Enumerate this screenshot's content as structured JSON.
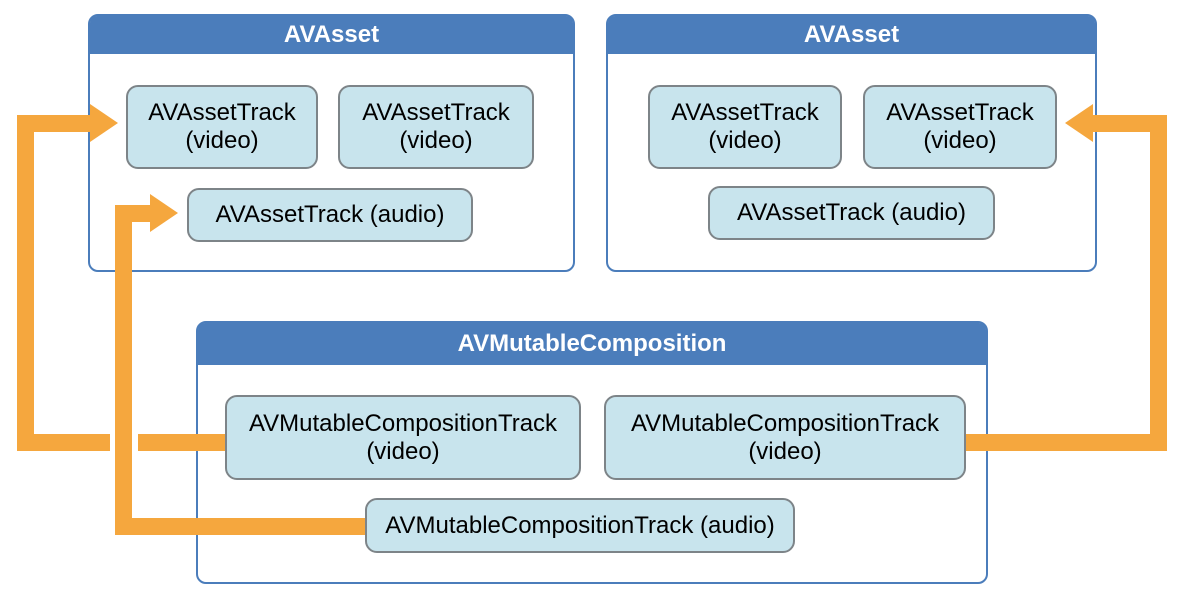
{
  "diagram": {
    "assets": {
      "left": {
        "title": "AVAsset",
        "video1_line1": "AVAssetTrack",
        "video1_line2": "(video)",
        "video2_line1": "AVAssetTrack",
        "video2_line2": "(video)",
        "audio_label": "AVAssetTrack (audio)"
      },
      "right": {
        "title": "AVAsset",
        "video1_line1": "AVAssetTrack",
        "video1_line2": "(video)",
        "video2_line1": "AVAssetTrack",
        "video2_line2": "(video)",
        "audio_label": "AVAssetTrack (audio)"
      }
    },
    "composition": {
      "title": "AVMutableComposition",
      "video1_line1": "AVMutableCompositionTrack",
      "video1_line2": "(video)",
      "video2_line1": "AVMutableCompositionTrack",
      "video2_line2": "(video)",
      "audio_label": "AVMutableCompositionTrack (audio)"
    },
    "arrows": [
      {
        "name": "left-video-arrow",
        "from": "AVMutableCompositionTrack (video) left",
        "to": "left AVAsset / AVAssetTrack (video) 1"
      },
      {
        "name": "audio-arrow",
        "from": "AVMutableCompositionTrack (audio)",
        "to": "left AVAsset / AVAssetTrack (audio)"
      },
      {
        "name": "right-video-arrow",
        "from": "AVMutableCompositionTrack (video) right",
        "to": "right AVAsset / AVAssetTrack (video) 2"
      }
    ],
    "colors": {
      "header_blue": "#4b7dbb",
      "box_border_blue": "#4b7dbb",
      "track_fill": "#c8e4ed",
      "track_border": "#7d8488",
      "arrow_orange": "#f5a73e",
      "background": "#ffffff",
      "header_text": "#ffffff",
      "track_text": "#000000"
    }
  }
}
